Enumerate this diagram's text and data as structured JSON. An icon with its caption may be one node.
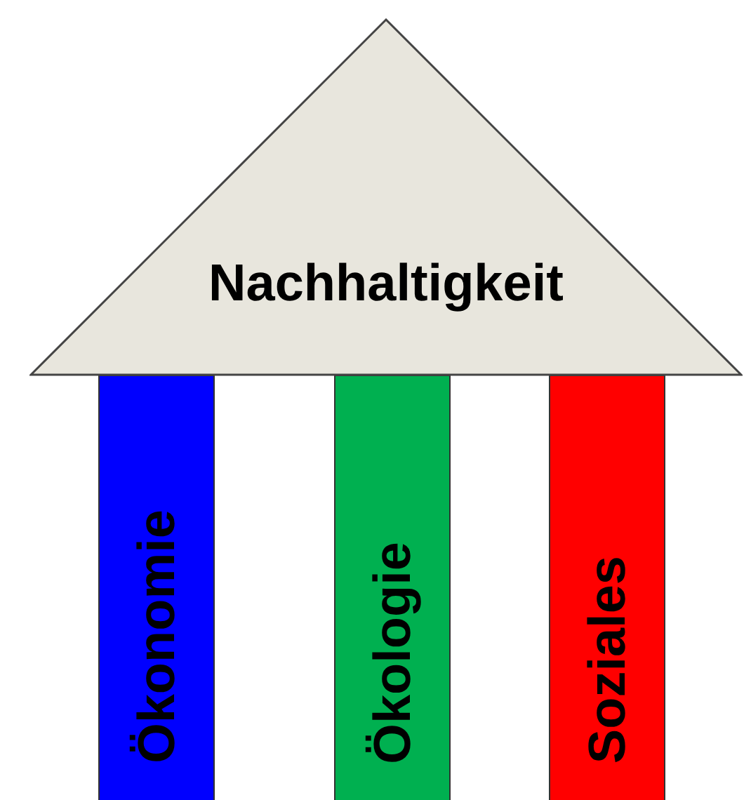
{
  "diagram": {
    "nodes": [
      {
        "text": [
          "Nachhaltigkeit"
        ]
      },
      {
        "text": [
          "Ökonomie"
        ]
      },
      {
        "text": [
          "Ökologie"
        ]
      },
      {
        "text": [
          "Soziales"
        ]
      }
    ],
    "edges": []
  }
}
